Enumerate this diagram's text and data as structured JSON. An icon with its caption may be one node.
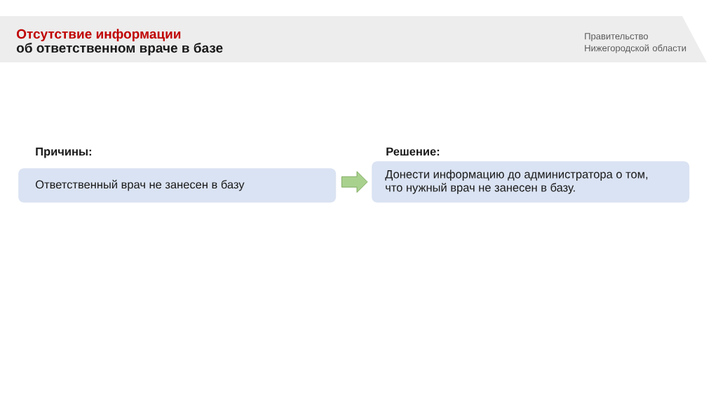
{
  "diagram": {
    "title": "Отсутствие информации",
    "nodes": [
      {
        "text": [
          "Причины:",
          "Ответственный врач не занесен в базу"
        ]
      },
      {
        "text": [
          "Решение:",
          "Донести информацию до администратора о том, что нужный врач не занесен в базу."
        ]
      }
    ],
    "edges": [
      {
        "from": 0,
        "to": 1,
        "arrow": "to"
      }
    ],
    "labels": [
      "об ответственном враче в базе",
      "Правительство Нижегородской области"
    ]
  }
}
